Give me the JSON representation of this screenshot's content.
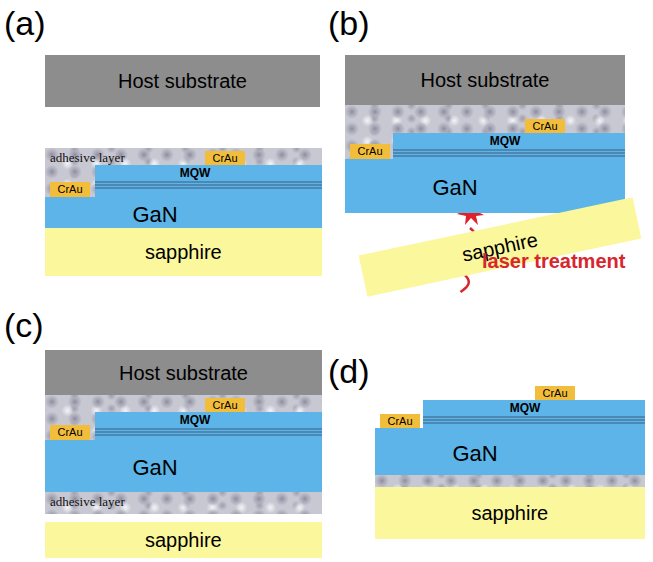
{
  "diagram": {
    "nodes": [
      {
        "text": [
          "Host substrate"
        ]
      },
      {
        "text": [
          "adhesive layer"
        ]
      },
      {
        "text": [
          "CrAu"
        ]
      },
      {
        "text": [
          "CrAu"
        ]
      },
      {
        "text": [
          "MQW",
          "GaN"
        ]
      },
      {
        "text": [
          "sapphire"
        ]
      },
      {
        "text": [
          "Host substrate"
        ]
      },
      {
        "text": [
          "CrAu"
        ]
      },
      {
        "text": [
          "CrAu"
        ]
      },
      {
        "text": [
          "MQW",
          "GaN"
        ]
      },
      {
        "text": [
          "sapphire"
        ]
      },
      {
        "text": [
          "Host substrate"
        ]
      },
      {
        "text": [
          "CrAu"
        ]
      },
      {
        "text": [
          "CrAu"
        ]
      },
      {
        "text": [
          "MQW",
          "GaN"
        ]
      },
      {
        "text": [
          "adhesive layer"
        ]
      },
      {
        "text": [
          "sapphire"
        ]
      },
      {
        "text": [
          "CrAu"
        ]
      },
      {
        "text": [
          "CrAu"
        ]
      },
      {
        "text": [
          "MQW",
          "GaN"
        ]
      },
      {
        "text": [
          "sapphire"
        ]
      }
    ],
    "labels": [
      "(a)",
      "(b)",
      "(c)",
      "(d)",
      "laser treatment"
    ]
  }
}
